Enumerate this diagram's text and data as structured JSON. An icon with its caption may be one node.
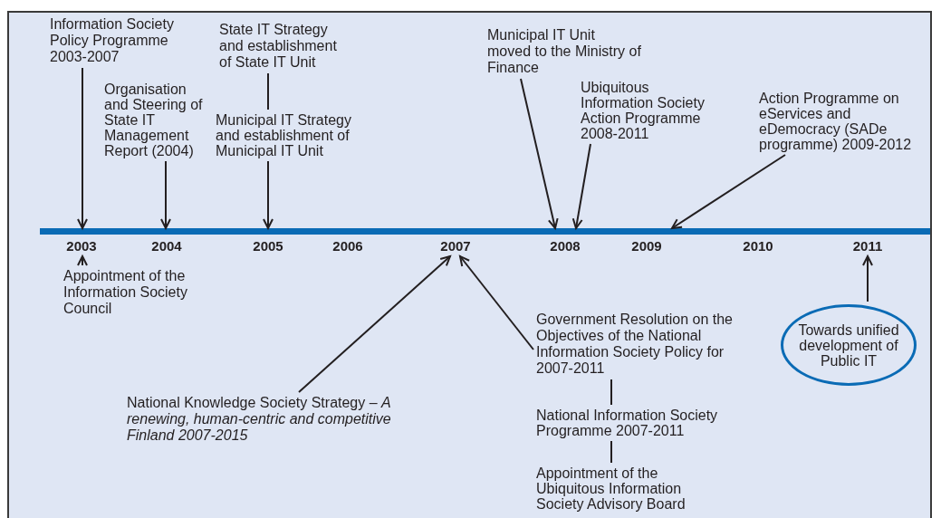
{
  "diagram": {
    "nodes": [
      {
        "text": [
          "Information Society Policy Programme 2003-2007"
        ]
      },
      {
        "text": [
          "Organisation and Steering of State IT Management Report (2004)"
        ]
      },
      {
        "text": [
          "State IT Strategy and establishment of State IT Unit"
        ]
      },
      {
        "text": [
          "Municipal IT Strategy and establishment of Municipal IT Unit"
        ]
      },
      {
        "text": [
          "Municipal IT Unit moved to the Ministry of Finance"
        ]
      },
      {
        "text": [
          "Ubiquitous Information Society Action Programme 2008-2011"
        ]
      },
      {
        "text": [
          "Action Programme on eServices and eDemocracy (SADe programme) 2009-2012"
        ]
      },
      {
        "text": [
          "2003"
        ]
      },
      {
        "text": [
          "2004"
        ]
      },
      {
        "text": [
          "2005"
        ]
      },
      {
        "text": [
          "2006"
        ]
      },
      {
        "text": [
          "2007"
        ]
      },
      {
        "text": [
          "2008"
        ]
      },
      {
        "text": [
          "2009"
        ]
      },
      {
        "text": [
          "2010"
        ]
      },
      {
        "text": [
          "2011"
        ]
      },
      {
        "text": [
          "Appointment of the Information Society Council"
        ]
      },
      {
        "text": [
          "Government Resolution on the Objectives of the National Information Society Policy for 2007-2011"
        ]
      },
      {
        "text": [
          "Towards unified development of Public IT"
        ]
      },
      {
        "text": [
          "National Knowledge Society Strategy – *A renewing, human-centric and competitive Finland 2007-2015*"
        ]
      },
      {
        "text": [
          "National Information Society Programme 2007-2011"
        ]
      },
      {
        "text": [
          "Appointment of the Ubiquitous Information Society Advisory Board"
        ]
      }
    ],
    "edges": [
      {
        "from": 0,
        "to": 7,
        "arrow": "to"
      },
      {
        "from": 1,
        "to": 8,
        "arrow": "to"
      },
      {
        "from": 2,
        "to": 3,
        "arrow": "none"
      },
      {
        "from": 3,
        "to": 9,
        "arrow": "to"
      },
      {
        "from": 4,
        "to": 12,
        "arrow": "to"
      },
      {
        "from": 5,
        "to": 12,
        "arrow": "to"
      },
      {
        "from": 6,
        "to": 13,
        "arrow": "to"
      },
      {
        "from": 16,
        "to": 7,
        "arrow": "to"
      },
      {
        "from": 17,
        "to": 11,
        "arrow": "to"
      },
      {
        "from": 19,
        "to": 11,
        "arrow": "to"
      },
      {
        "from": 18,
        "to": 15,
        "arrow": "to"
      },
      {
        "from": 17,
        "to": 20,
        "arrow": "none"
      },
      {
        "from": 20,
        "to": 21,
        "arrow": "none"
      }
    ]
  }
}
